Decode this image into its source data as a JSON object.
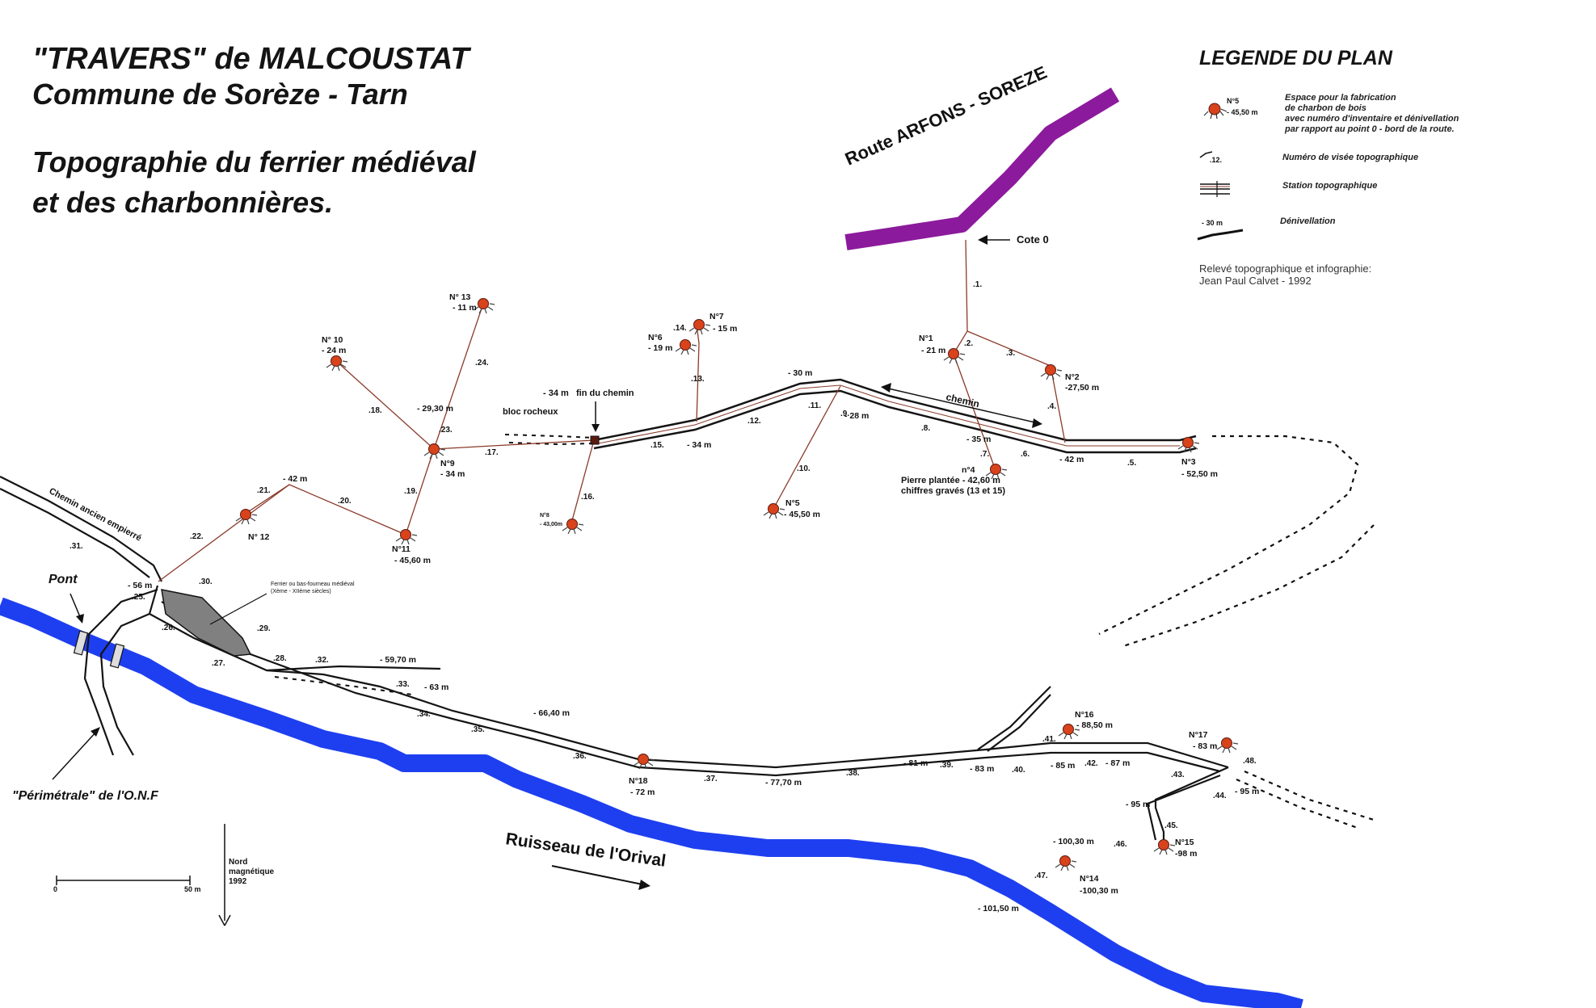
{
  "titles": {
    "line1": "\"TRAVERS\" de MALCOUSTAT",
    "line2": "Commune de Sorèze - Tarn",
    "line3": "Topographie du ferrier médiéval",
    "line4": "et des charbonnières."
  },
  "legend": {
    "title": "LEGENDE DU PLAN",
    "sample_number": "N°5",
    "sample_elevation": "- 45,50 m",
    "charbonniere_desc": [
      "Espace pour la fabrication",
      "de charbon de bois",
      "avec numéro d'inventaire et dénivellation",
      "par rapport au point 0 - bord de la route."
    ],
    "visee_label": ".12.",
    "visee_desc": "Numéro de visée topographique",
    "station_desc": "Station topographique",
    "denivellation_sample": "- 30 m",
    "denivellation_desc": "Dénivellation",
    "credit_line1": "Relevé topographique et infographie:",
    "credit_line2": "Jean Paul Calvet - 1992"
  },
  "map_labels": {
    "route": "Route ARFONS - SOREZE",
    "cote0": "Cote 0",
    "chemin": "chemin",
    "chemin_ancien": "Chemin ancien empierré",
    "pont": "Pont",
    "perimetrale": "\"Périmétrale\" de l'O.N.F",
    "ruisseau": "Ruisseau de l'Orival",
    "nord": [
      "Nord",
      "magnétique",
      "1992"
    ],
    "scale_start": "0",
    "scale_end": "50 m",
    "bloc": "bloc rocheux",
    "fin_chemin": "fin du chemin",
    "fin_chemin_elev": "- 34 m",
    "pierre": [
      "Pierre plantée - 42,60 m",
      "chiffres gravés (13 et 15)"
    ],
    "ferrier": [
      "Ferrier ou bas-fourneau médiéval",
      "(Xème - XIIème siècles)"
    ]
  },
  "charbonnieres": [
    {
      "id": "N°1",
      "elev": "- 21 m"
    },
    {
      "id": "N°2",
      "elev": "-27,50 m"
    },
    {
      "id": "N°3",
      "elev": "- 52,50 m"
    },
    {
      "id": "n°4",
      "elev": ""
    },
    {
      "id": "N°5",
      "elev": "- 45,50 m"
    },
    {
      "id": "N°6",
      "elev": "- 19 m"
    },
    {
      "id": "N°7",
      "elev": "- 15 m"
    },
    {
      "id": "N°8",
      "elev": "- 43,00m"
    },
    {
      "id": "N°9",
      "elev": "- 34 m"
    },
    {
      "id": "N° 10",
      "elev": "- 24 m"
    },
    {
      "id": "N°11",
      "elev": "- 45,60 m"
    },
    {
      "id": "N° 12",
      "elev": ""
    },
    {
      "id": "N° 13",
      "elev": "- 11 m"
    },
    {
      "id": "N°14",
      "elev": "-100,30 m"
    },
    {
      "id": "N°15",
      "elev": "-98 m"
    },
    {
      "id": "N°16",
      "elev": "- 88,50 m"
    },
    {
      "id": "N°17",
      "elev": "- 83 m"
    },
    {
      "id": "N°18",
      "elev": "- 72 m"
    }
  ],
  "visees": [
    ".1.",
    ".2.",
    ".3.",
    ".4.",
    ".5.",
    ".6.",
    ".7.",
    ".8.",
    ".9.",
    ".10.",
    ".11.",
    ".12.",
    ".13.",
    ".14.",
    ".15.",
    ".16.",
    ".17.",
    ".18.",
    ".19.",
    ".20.",
    ".21.",
    ".22.",
    ".23.",
    ".24.",
    ".25.",
    ".26.",
    ".27.",
    ".28.",
    ".29.",
    ".30.",
    ".31.",
    ".32.",
    ".33.",
    ".34.",
    ".35.",
    ".36.",
    ".37.",
    ".38.",
    ".39.",
    ".40.",
    ".41.",
    ".42.",
    ".43.",
    ".44.",
    ".45.",
    ".46.",
    ".47.",
    ".48."
  ],
  "denivellations": [
    "- 30 m",
    "- 35 m",
    "- 42 m",
    "- 28 m",
    "- 34 m",
    "- 29,30 m",
    "- 42 m",
    "- 56 m",
    "- 59,70 m",
    "- 63 m",
    "- 66,40 m",
    "- 77,70 m",
    "- 81 m",
    "- 83 m",
    "- 85 m",
    "- 87 m",
    "- 95 m",
    "- 95 m",
    "- 100,30 m",
    "- 101,50 m"
  ],
  "colors": {
    "route": "#8c1a9c",
    "river": "#1e3ff0",
    "charbonniere": "#d8431c",
    "visee_line": "#8a3a2a",
    "path": "#141414",
    "ferrier": "#808080"
  }
}
